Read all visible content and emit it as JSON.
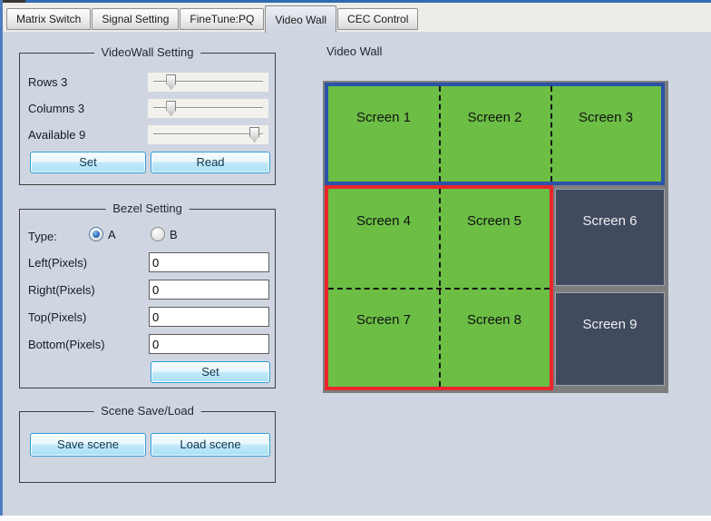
{
  "tabs": [
    {
      "label": "Matrix Switch"
    },
    {
      "label": "Signal Setting"
    },
    {
      "label": "FineTune:PQ"
    },
    {
      "label": "Video Wall"
    },
    {
      "label": "CEC Control"
    }
  ],
  "active_tab": "Video Wall",
  "videowall_setting": {
    "title": "VideoWall Setting",
    "rows_label": "Rows 3",
    "columns_label": "Columns 3",
    "available_label": "Available 9",
    "rows_value": 3,
    "columns_value": 3,
    "available_value": 9,
    "set_button": "Set",
    "read_button": "Read"
  },
  "bezel_setting": {
    "title": "Bezel Setting",
    "type_label": "Type:",
    "option_a": "A",
    "option_b": "B",
    "selected_type": "A",
    "fields": [
      {
        "label": "Left(Pixels)",
        "value": "0"
      },
      {
        "label": "Right(Pixels)",
        "value": "0"
      },
      {
        "label": "Top(Pixels)",
        "value": "0"
      },
      {
        "label": "Bottom(Pixels)",
        "value": "0"
      }
    ],
    "set_button": "Set"
  },
  "scene": {
    "title": "Scene Save/Load",
    "save_button": "Save scene",
    "load_button": "Load scene"
  },
  "video_wall": {
    "label": "Video Wall",
    "screens": [
      {
        "label": "Screen 1",
        "group": "blue"
      },
      {
        "label": "Screen 2",
        "group": "blue"
      },
      {
        "label": "Screen 3",
        "group": "blue"
      },
      {
        "label": "Screen 4",
        "group": "red"
      },
      {
        "label": "Screen 5",
        "group": "red"
      },
      {
        "label": "Screen 6",
        "group": "unassigned"
      },
      {
        "label": "Screen 7",
        "group": "red"
      },
      {
        "label": "Screen 8",
        "group": "red"
      },
      {
        "label": "Screen 9",
        "group": "unassigned"
      }
    ],
    "colors": {
      "active_screen": "#6CBE45",
      "inactive_screen": "#404B60",
      "group1_border": "#2B53A7",
      "group2_border": "#E9262C",
      "wall_background": "#7E7E7E",
      "accent_button": "#2E9BD6"
    }
  }
}
